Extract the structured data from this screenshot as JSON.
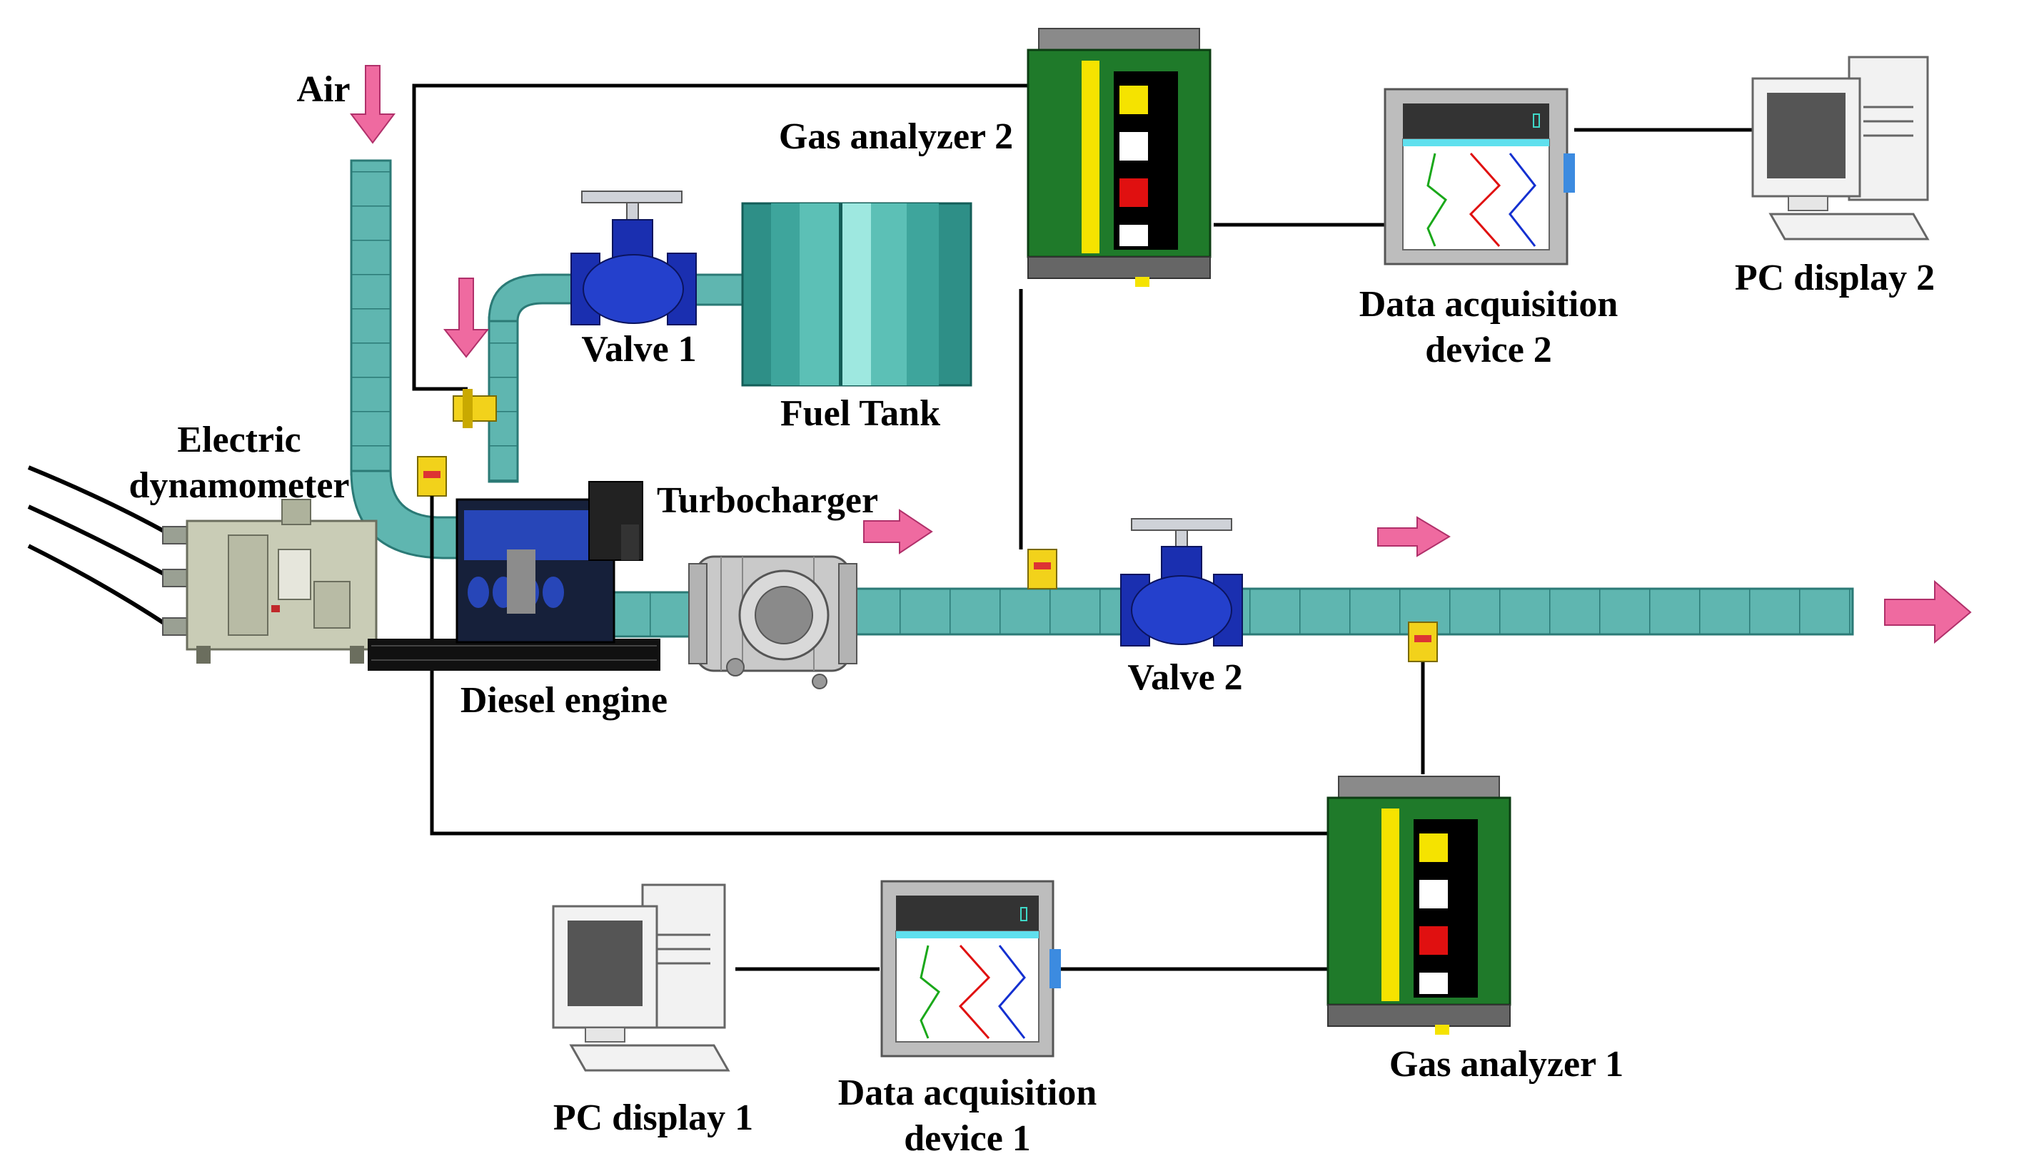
{
  "labels": {
    "air": "Air",
    "electric_dynamometer": [
      "Electric",
      "dynamometer"
    ],
    "diesel_engine": "Diesel engine",
    "turbocharger": "Turbocharger",
    "valve_1": "Valve 1",
    "valve_2": "Valve 2",
    "fuel_tank": "Fuel Tank",
    "gas_analyzer_1": "Gas analyzer 1",
    "gas_analyzer_2": "Gas analyzer 2",
    "data_acquisition_1": [
      "Data acquisition",
      "device 1"
    ],
    "data_acquisition_2": [
      "Data acquisition",
      "device 2"
    ],
    "pc_display_1": "PC display 1",
    "pc_display_2": "PC display 2"
  },
  "colors": {
    "pipe": "#5fb6b0",
    "pipe_dark": "#2b7a76",
    "arrow": "#ef6aa0",
    "analyzer_green": "#1f7a2a",
    "analyzer_yellow": "#f5e300",
    "valve_blue": "#1a2fb0",
    "tank": "#2e8f87",
    "wire": "#000000"
  }
}
